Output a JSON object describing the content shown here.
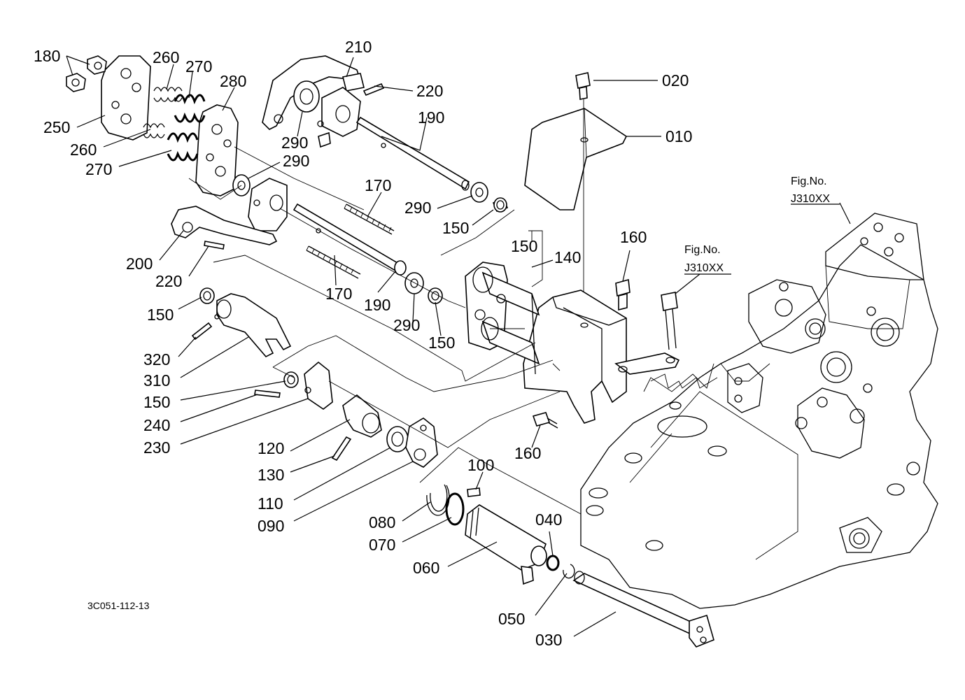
{
  "diagram": {
    "code": "3C051-112-13",
    "fig_refs": [
      {
        "title": "Fig.No.",
        "ref": "J310XX"
      },
      {
        "title": "Fig.No.",
        "ref": "J310XX"
      }
    ],
    "labels": [
      "180",
      "260",
      "270",
      "280",
      "210",
      "220",
      "020",
      "250",
      "260",
      "270",
      "290",
      "190",
      "010",
      "290",
      "290",
      "170",
      "150",
      "200",
      "220",
      "150",
      "140",
      "160",
      "170",
      "190",
      "290",
      "150",
      "150",
      "320",
      "310",
      "150",
      "240",
      "230",
      "160",
      "120",
      "130",
      "110",
      "090",
      "100",
      "080",
      "070",
      "040",
      "060",
      "050",
      "030"
    ]
  }
}
